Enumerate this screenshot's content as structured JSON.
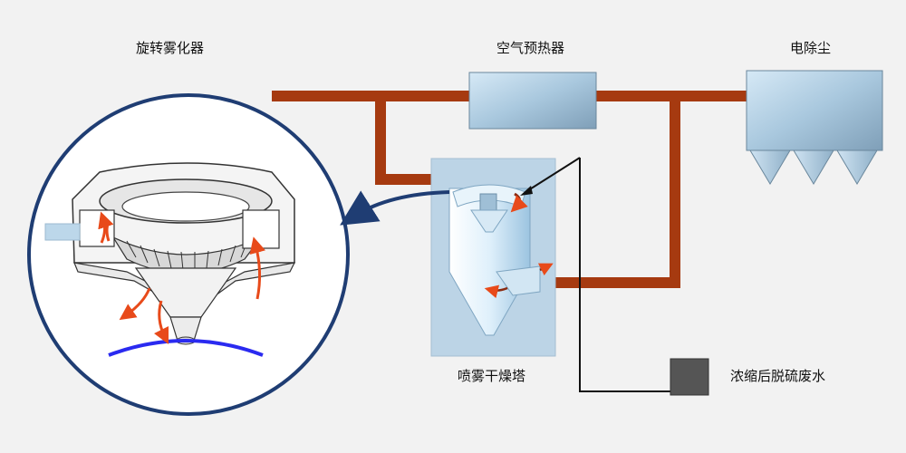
{
  "labels": {
    "rotary_atomizer": "旋转雾化器",
    "air_preheater": "空气预热器",
    "electrostatic_precipitator": "电除尘",
    "spray_drying_tower": "喷雾干燥塔",
    "concentrated_wastewater": "浓缩后脱硫废水"
  },
  "colors": {
    "flue_pipe": "#a63a10",
    "feed_line": "#111111",
    "zoom_circle": "#1f3d73",
    "spray_arc": "#2a2af0",
    "flow_arrow": "#e84a1a",
    "tower_panel": "#bcd4e6"
  }
}
